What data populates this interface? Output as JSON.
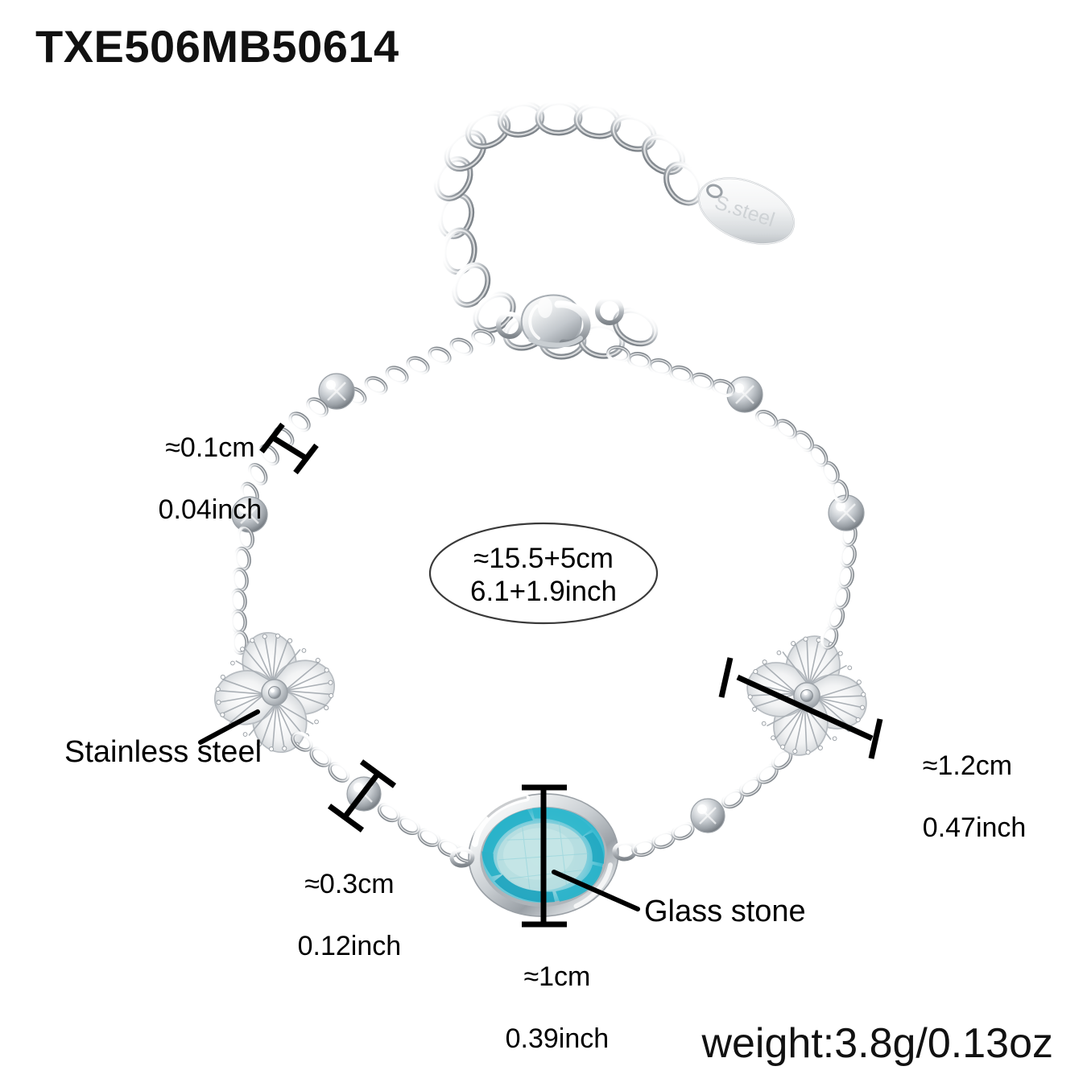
{
  "product": {
    "sku": "TXE506MB50614",
    "weight": "weight:3.8g/0.13oz",
    "tag_engraving": "S.steel"
  },
  "annotations": {
    "chain_thickness": {
      "cm": "≈0.1cm",
      "inch": "0.04inch"
    },
    "length": {
      "cm": "≈15.5+5cm",
      "inch": "6.1+1.9inch"
    },
    "bead_size": {
      "cm": "≈0.3cm",
      "inch": "0.12inch"
    },
    "flower_size": {
      "cm": "≈1.2cm",
      "inch": "0.47inch"
    },
    "stone_size": {
      "cm": "≈1cm",
      "inch": "0.39inch"
    },
    "material_label": "Stainless steel",
    "stone_label": "Glass stone"
  },
  "colors": {
    "background": "#ffffff",
    "text": "#000000",
    "metal_light": "#f4f5f6",
    "metal_mid": "#c6cace",
    "metal_dark": "#8d9297",
    "metal_shadow": "#6a6f74",
    "stone_pale": "#bde0e2",
    "stone_mid": "#7fd0dd",
    "stone_deep": "#24b0c8",
    "stone_edge": "#1a93ad",
    "engraving": "#cfd3d6"
  }
}
